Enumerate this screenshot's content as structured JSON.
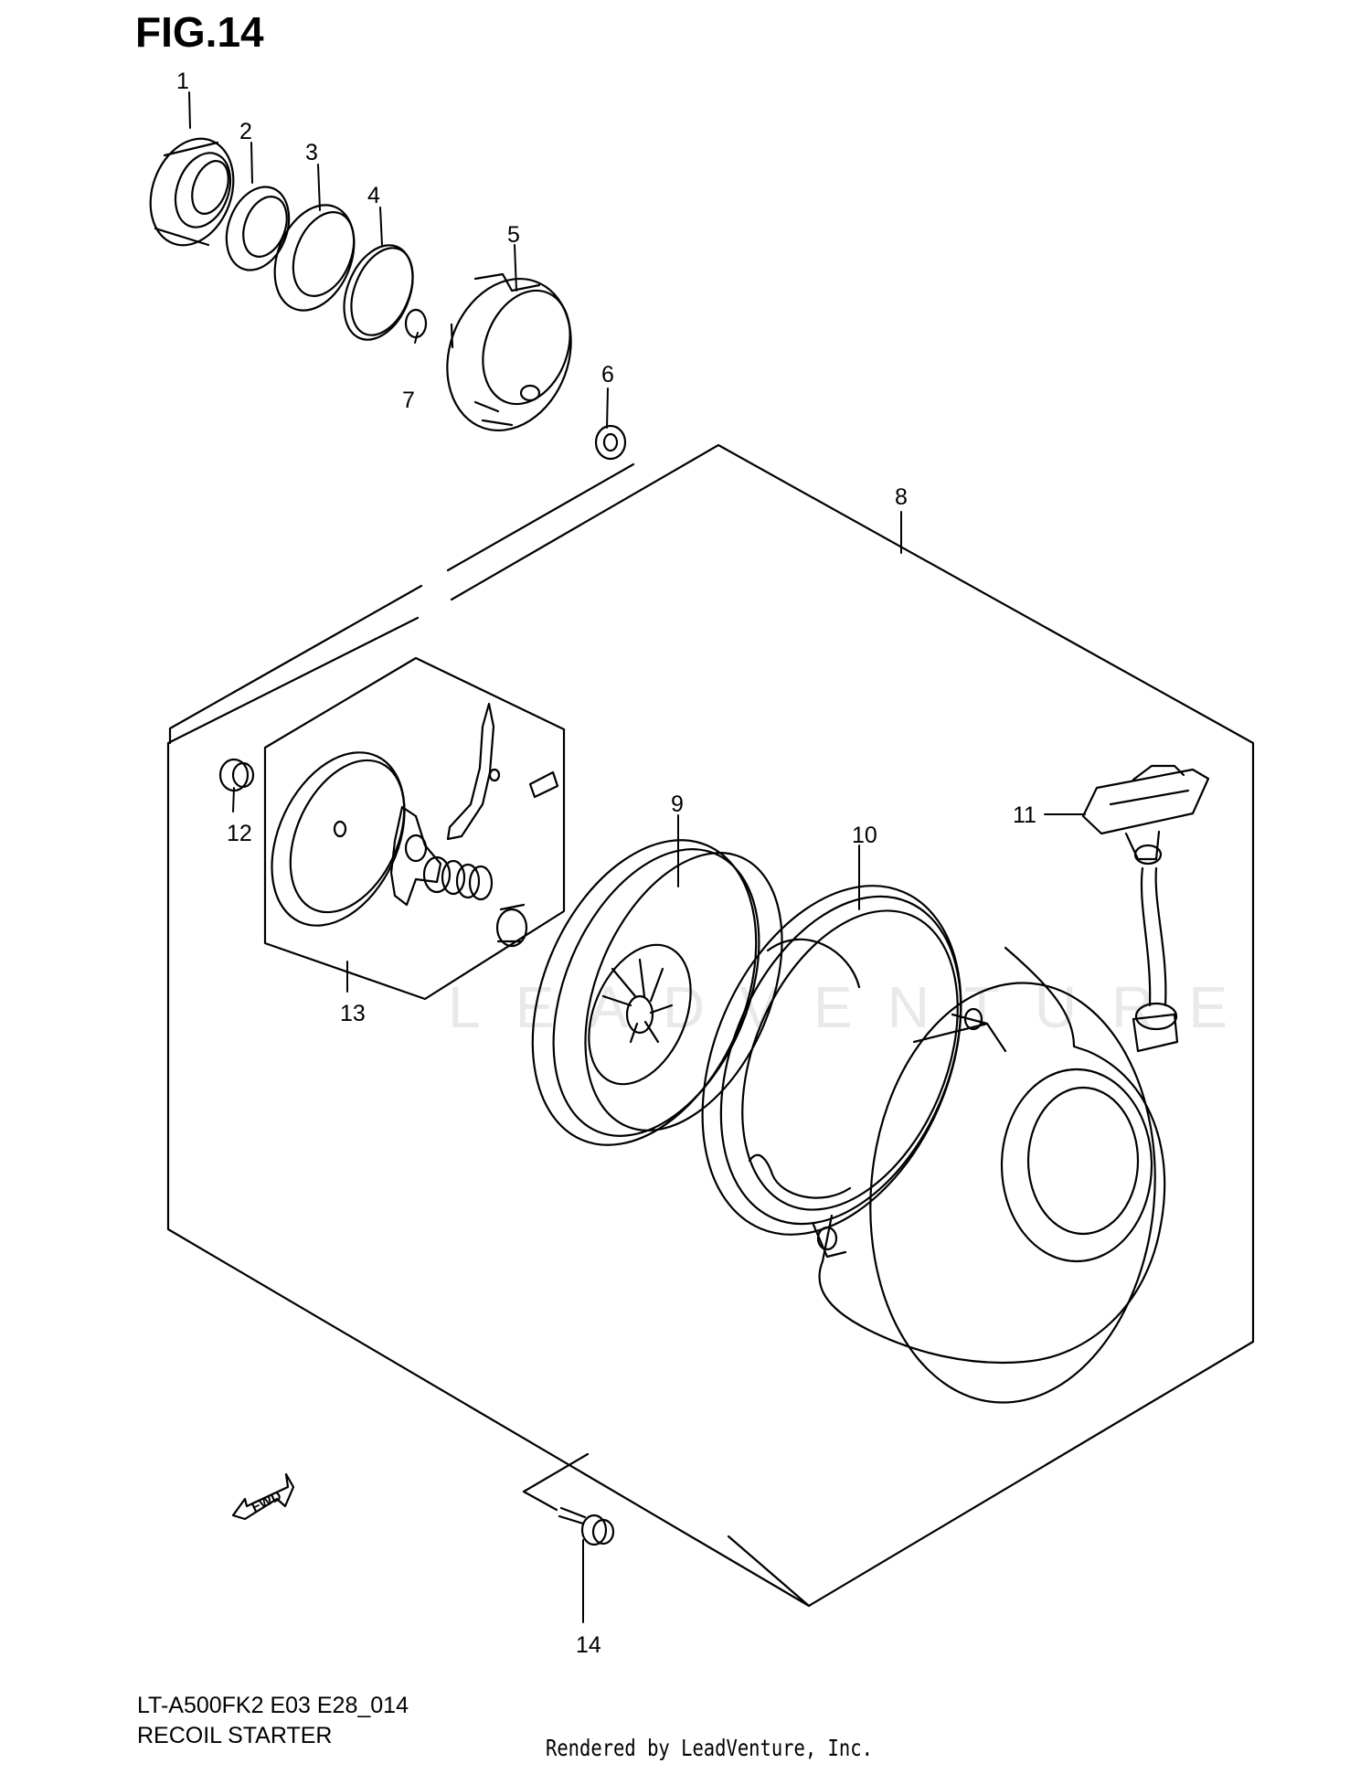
{
  "figure": {
    "title": "FIG.14",
    "model_code": "LT-A500FK2 E03 E28_014",
    "section_name": "RECOIL STARTER",
    "render_credit": "Rendered by LeadVenture, Inc.",
    "watermark": "LEADVENTURE"
  },
  "direction_marker": "FWD",
  "callouts": [
    "1",
    "2",
    "3",
    "4",
    "5",
    "6",
    "7",
    "8",
    "9",
    "10",
    "11",
    "12",
    "13",
    "14"
  ]
}
